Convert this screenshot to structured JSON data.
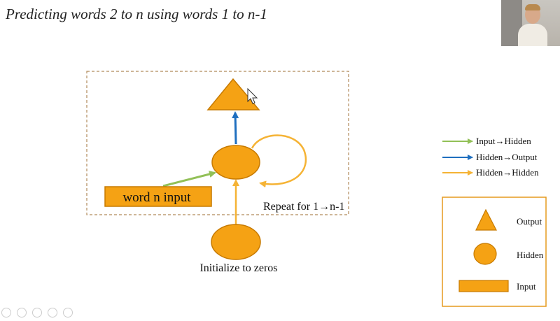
{
  "slide": {
    "title": "Predicting words 2 to n using words 1 to n-1"
  },
  "diagram": {
    "input_box_label": "word n input",
    "repeat_label": "Repeat for 1→n-1",
    "initialize_label": "Initialize to zeros"
  },
  "legend_arrows": [
    {
      "label": "Input→Hidden",
      "color": "#92c057"
    },
    {
      "label": "Hidden→Output",
      "color": "#1f6fbf"
    },
    {
      "label": "Hidden→Hidden",
      "color": "#f5b335"
    }
  ],
  "legend_shapes": {
    "output": "Output",
    "hidden": "Hidden",
    "input": "Input"
  },
  "colors": {
    "node_fill": "#f5a214",
    "node_stroke": "#c77a00",
    "dashed_frame": "#b08a5a"
  }
}
